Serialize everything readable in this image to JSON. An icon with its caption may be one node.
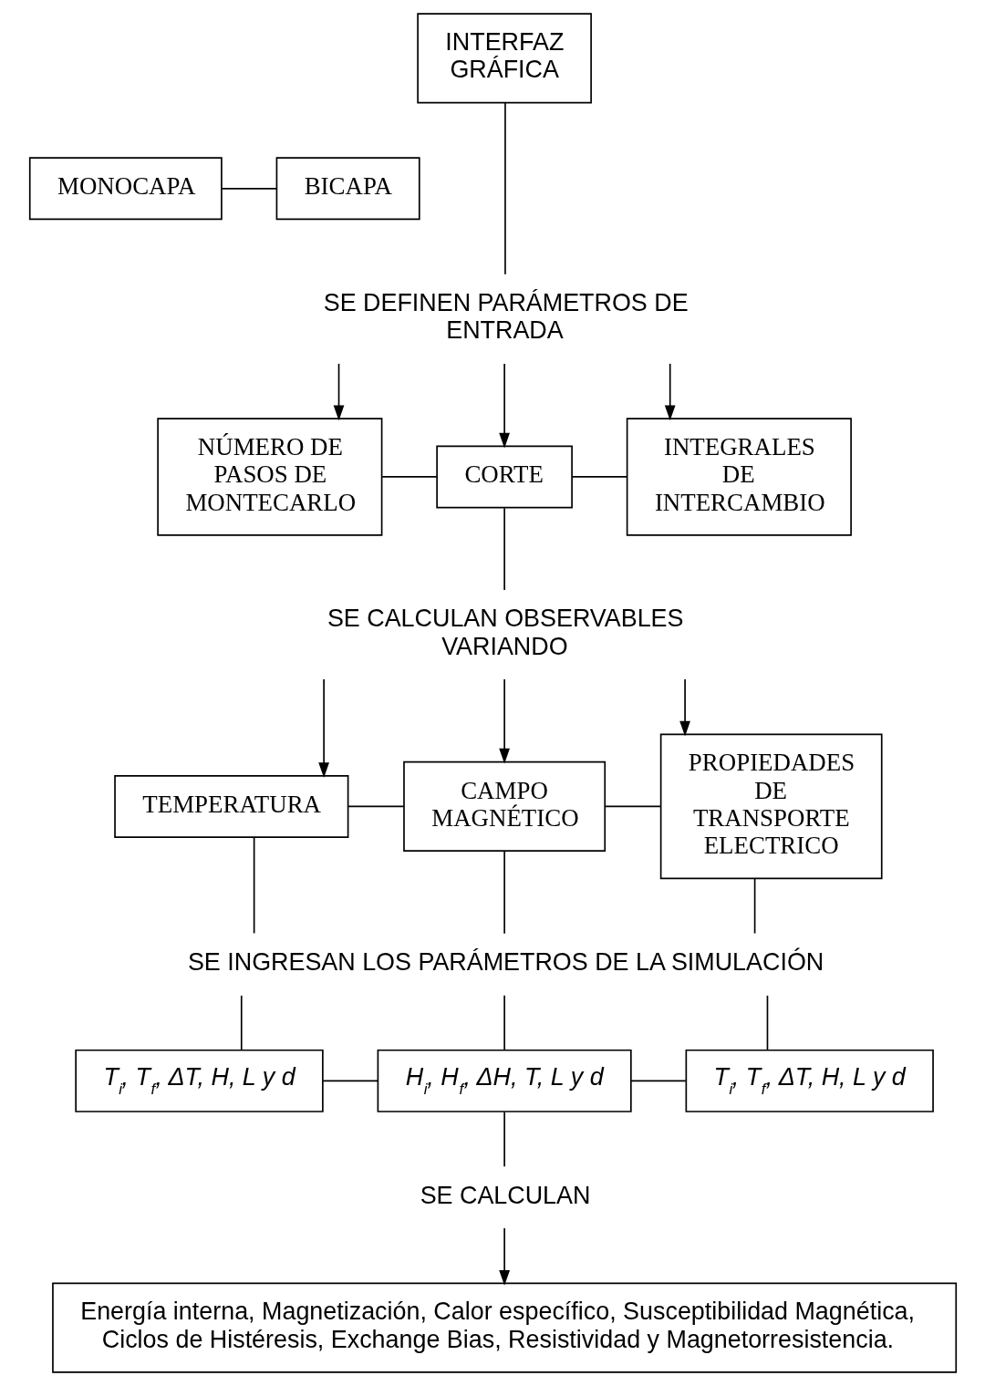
{
  "diagram": {
    "nodes": [
      {
        "text": [
          "INTERFAZ GRÁFICA"
        ]
      },
      {
        "text": [
          "MONOCAPA"
        ]
      },
      {
        "text": [
          "BICAPA"
        ]
      },
      {
        "text": [
          "SE DEFINEN PARÁMETROS DE ENTRADA"
        ]
      },
      {
        "text": [
          "NÚMERO DE PASOS DE MONTECARLO"
        ]
      },
      {
        "text": [
          "CORTE"
        ]
      },
      {
        "text": [
          "INTEGRALES DE INTERCAMBIO"
        ]
      },
      {
        "text": [
          "SE CALCULAN OBSERVABLES VARIANDO"
        ]
      },
      {
        "text": [
          "TEMPERATURA"
        ]
      },
      {
        "text": [
          "CAMPO MAGNÉTICO"
        ]
      },
      {
        "text": [
          "PROPIEDADES DE TRANSPORTE ELECTRICO"
        ]
      },
      {
        "text": [
          "SE INGRESAN LOS PARÁMETROS DE LA SIMULACIÓN"
        ]
      },
      {
        "text": [
          "T$_{i}$, T$_{f}$, ΔT, H, L y d"
        ]
      },
      {
        "text": [
          "H$_{i}$, H$_{f}$, ΔH, T, L y d"
        ]
      },
      {
        "text": [
          "T$_{i}$, T$_{f}$, ΔT, H, L y d"
        ]
      },
      {
        "text": [
          "SE CALCULAN"
        ]
      },
      {
        "text": [
          "Energía interna, Magnetización, Calor específico, Susceptibilidad Magnética, Ciclos de Histéresis, Exchange Bias, Resistividad y Magnetorresistencia."
        ]
      }
    ],
    "edges": [
      {
        "from": 0,
        "to": 3,
        "arrow": "none"
      },
      {
        "from": 1,
        "to": 2,
        "arrow": "none"
      },
      {
        "from": 3,
        "to": 4,
        "arrow": "to"
      },
      {
        "from": 3,
        "to": 5,
        "arrow": "to"
      },
      {
        "from": 3,
        "to": 6,
        "arrow": "to"
      },
      {
        "from": 4,
        "to": 5,
        "arrow": "none"
      },
      {
        "from": 5,
        "to": 6,
        "arrow": "none"
      },
      {
        "from": 5,
        "to": 7,
        "arrow": "none"
      },
      {
        "from": 7,
        "to": 8,
        "arrow": "to"
      },
      {
        "from": 7,
        "to": 9,
        "arrow": "to"
      },
      {
        "from": 7,
        "to": 10,
        "arrow": "to"
      },
      {
        "from": 8,
        "to": 9,
        "arrow": "none"
      },
      {
        "from": 9,
        "to": 10,
        "arrow": "none"
      },
      {
        "from": 8,
        "to": 11,
        "arrow": "none"
      },
      {
        "from": 9,
        "to": 11,
        "arrow": "none"
      },
      {
        "from": 10,
        "to": 11,
        "arrow": "none"
      },
      {
        "from": 11,
        "to": 12,
        "arrow": "none"
      },
      {
        "from": 11,
        "to": 13,
        "arrow": "none"
      },
      {
        "from": 11,
        "to": 14,
        "arrow": "none"
      },
      {
        "from": 12,
        "to": 13,
        "arrow": "none"
      },
      {
        "from": 13,
        "to": 14,
        "arrow": "none"
      },
      {
        "from": 13,
        "to": 15,
        "arrow": "none"
      },
      {
        "from": 15,
        "to": 16,
        "arrow": "to"
      }
    ]
  }
}
